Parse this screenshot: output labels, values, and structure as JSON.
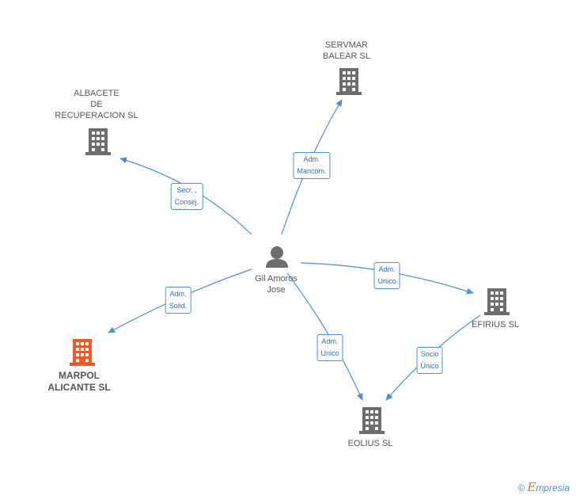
{
  "nodes": {
    "center": {
      "label": "Gil Amoros\nJose",
      "icon": "person-icon"
    },
    "servmar": {
      "label": "SERVMAR\nBALEAR SL",
      "icon": "building-icon"
    },
    "albacete": {
      "label": "ALBACETE\nDE\nRECUPERACION SL",
      "icon": "building-icon"
    },
    "marpol": {
      "label": "MARPOL\nALICANTE SL",
      "icon": "building-icon"
    },
    "efirius": {
      "label": "EFIRIUS  SL",
      "icon": "building-icon"
    },
    "eolius": {
      "label": "EOLIUS SL",
      "icon": "building-icon"
    }
  },
  "edges": {
    "servmar": "Adm.\nMancom.",
    "albacete": "Secr. ,\nConsej.",
    "marpol": "Adm.\nSolid.",
    "efirius": "Adm.\nUnico",
    "eolius": "Adm.\nUnico",
    "efirius_eolius": "Socio\nÚnico"
  },
  "colors": {
    "edge": "#4a90d9",
    "building": "#6d6d6d",
    "building_highlight": "#f15a24",
    "person": "#6d6d6d"
  },
  "brand": {
    "copyright": "©",
    "initial": "E",
    "rest": "mpresia"
  }
}
